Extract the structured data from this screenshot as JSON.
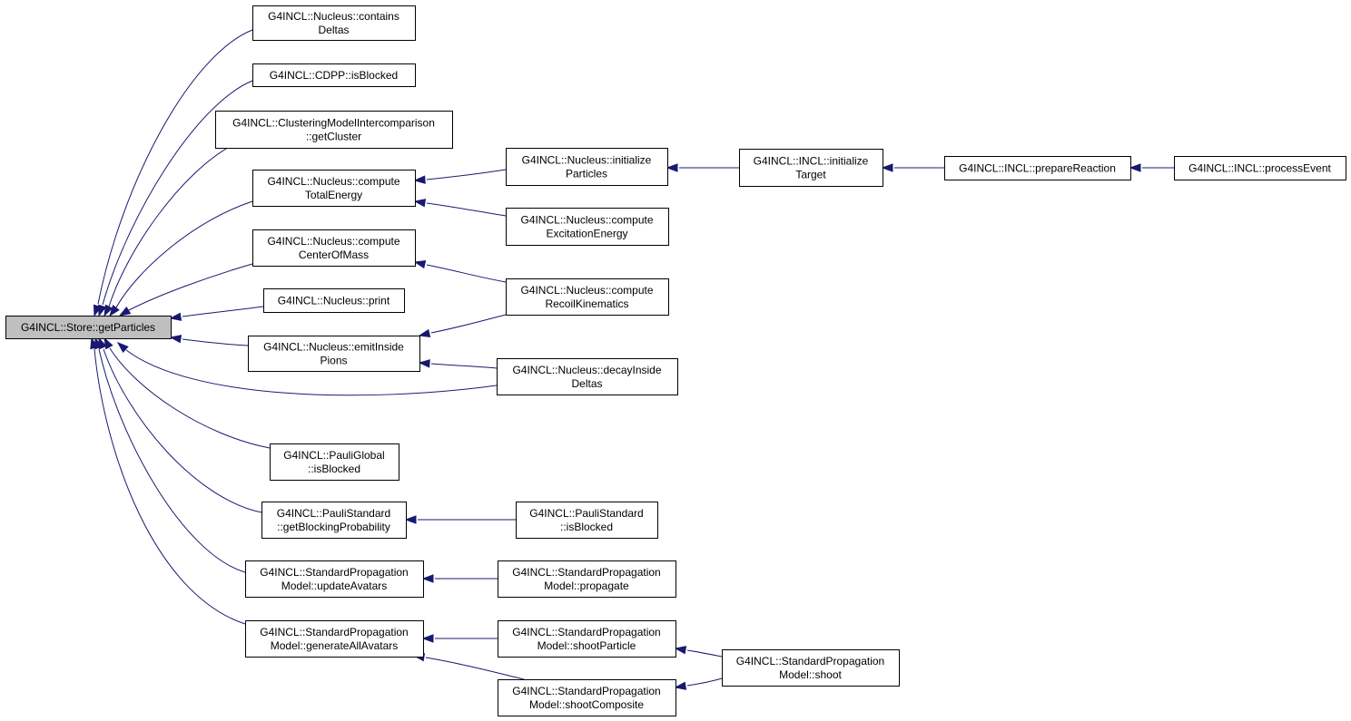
{
  "graph": {
    "nodes": [
      {
        "id": "store_getParticles",
        "lines": [
          "G4INCL::Store::getParticles"
        ],
        "root": true
      },
      {
        "id": "nucleus_containsDeltas",
        "lines": [
          "G4INCL::Nucleus::contains",
          "Deltas"
        ]
      },
      {
        "id": "cdpp_isBlocked",
        "lines": [
          "G4INCL::CDPP::isBlocked"
        ]
      },
      {
        "id": "clustering_getCluster",
        "lines": [
          "G4INCL::ClusteringModelIntercomparison",
          "::getCluster"
        ]
      },
      {
        "id": "nucleus_computeTotalEnergy",
        "lines": [
          "G4INCL::Nucleus::compute",
          "TotalEnergy"
        ]
      },
      {
        "id": "nucleus_computeCenterOfMass",
        "lines": [
          "G4INCL::Nucleus::compute",
          "CenterOfMass"
        ]
      },
      {
        "id": "nucleus_print",
        "lines": [
          "G4INCL::Nucleus::print"
        ]
      },
      {
        "id": "nucleus_emitInsidePions",
        "lines": [
          "G4INCL::Nucleus::emitInside",
          "Pions"
        ]
      },
      {
        "id": "pauliGlobal_isBlocked",
        "lines": [
          "G4INCL::PauliGlobal",
          "::isBlocked"
        ]
      },
      {
        "id": "pauliStandard_getBlockingProbability",
        "lines": [
          "G4INCL::PauliStandard",
          "::getBlockingProbability"
        ]
      },
      {
        "id": "spm_updateAvatars",
        "lines": [
          "G4INCL::StandardPropagation",
          "Model::updateAvatars"
        ]
      },
      {
        "id": "spm_generateAllAvatars",
        "lines": [
          "G4INCL::StandardPropagation",
          "Model::generateAllAvatars"
        ]
      },
      {
        "id": "nucleus_initializeParticles",
        "lines": [
          "G4INCL::Nucleus::initialize",
          "Particles"
        ]
      },
      {
        "id": "nucleus_computeExcitationEnergy",
        "lines": [
          "G4INCL::Nucleus::compute",
          "ExcitationEnergy"
        ]
      },
      {
        "id": "nucleus_computeRecoilKinematics",
        "lines": [
          "G4INCL::Nucleus::compute",
          "RecoilKinematics"
        ]
      },
      {
        "id": "nucleus_decayInsideDeltas",
        "lines": [
          "G4INCL::Nucleus::decayInside",
          "Deltas"
        ]
      },
      {
        "id": "pauliStandard_isBlocked",
        "lines": [
          "G4INCL::PauliStandard",
          "::isBlocked"
        ]
      },
      {
        "id": "spm_propagate",
        "lines": [
          "G4INCL::StandardPropagation",
          "Model::propagate"
        ]
      },
      {
        "id": "spm_shootParticle",
        "lines": [
          "G4INCL::StandardPropagation",
          "Model::shootParticle"
        ]
      },
      {
        "id": "spm_shootComposite",
        "lines": [
          "G4INCL::StandardPropagation",
          "Model::shootComposite"
        ]
      },
      {
        "id": "incl_initializeTarget",
        "lines": [
          "G4INCL::INCL::initialize",
          "Target"
        ]
      },
      {
        "id": "spm_shoot",
        "lines": [
          "G4INCL::StandardPropagation",
          "Model::shoot"
        ]
      },
      {
        "id": "incl_prepareReaction",
        "lines": [
          "G4INCL::INCL::prepareReaction"
        ]
      },
      {
        "id": "incl_processEvent",
        "lines": [
          "G4INCL::INCL::processEvent"
        ]
      }
    ],
    "edges": [
      {
        "from": "nucleus_containsDeltas",
        "to": "store_getParticles"
      },
      {
        "from": "cdpp_isBlocked",
        "to": "store_getParticles"
      },
      {
        "from": "clustering_getCluster",
        "to": "store_getParticles"
      },
      {
        "from": "nucleus_computeTotalEnergy",
        "to": "store_getParticles"
      },
      {
        "from": "nucleus_computeCenterOfMass",
        "to": "store_getParticles"
      },
      {
        "from": "nucleus_print",
        "to": "store_getParticles"
      },
      {
        "from": "nucleus_emitInsidePions",
        "to": "store_getParticles"
      },
      {
        "from": "nucleus_decayInsideDeltas",
        "to": "store_getParticles"
      },
      {
        "from": "pauliGlobal_isBlocked",
        "to": "store_getParticles"
      },
      {
        "from": "pauliStandard_getBlockingProbability",
        "to": "store_getParticles"
      },
      {
        "from": "spm_updateAvatars",
        "to": "store_getParticles"
      },
      {
        "from": "spm_generateAllAvatars",
        "to": "store_getParticles"
      },
      {
        "from": "nucleus_initializeParticles",
        "to": "nucleus_computeTotalEnergy"
      },
      {
        "from": "nucleus_computeExcitationEnergy",
        "to": "nucleus_computeTotalEnergy"
      },
      {
        "from": "nucleus_computeRecoilKinematics",
        "to": "nucleus_computeCenterOfMass"
      },
      {
        "from": "nucleus_computeRecoilKinematics",
        "to": "nucleus_emitInsidePions"
      },
      {
        "from": "nucleus_decayInsideDeltas",
        "to": "nucleus_emitInsidePions"
      },
      {
        "from": "incl_initializeTarget",
        "to": "nucleus_initializeParticles"
      },
      {
        "from": "incl_prepareReaction",
        "to": "incl_initializeTarget"
      },
      {
        "from": "incl_processEvent",
        "to": "incl_prepareReaction"
      },
      {
        "from": "pauliStandard_isBlocked",
        "to": "pauliStandard_getBlockingProbability"
      },
      {
        "from": "spm_propagate",
        "to": "spm_updateAvatars"
      },
      {
        "from": "spm_shootParticle",
        "to": "spm_generateAllAvatars"
      },
      {
        "from": "spm_shootComposite",
        "to": "spm_generateAllAvatars"
      },
      {
        "from": "spm_shoot",
        "to": "spm_shootParticle"
      },
      {
        "from": "spm_shoot",
        "to": "spm_shootComposite"
      }
    ]
  }
}
